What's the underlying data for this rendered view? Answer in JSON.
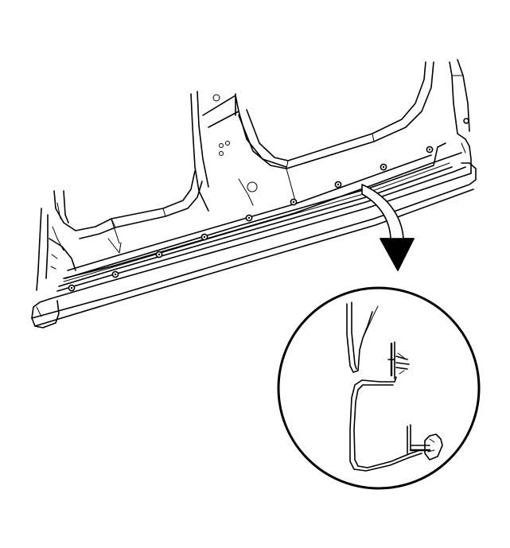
{
  "figure": {
    "components": [
      "rocker-panel-body-side",
      "rocker-molding",
      "molding-fasteners",
      "callout-arrow",
      "detail-circle"
    ],
    "fastener_count": 10,
    "colors": {
      "line": "#000000",
      "background": "#ffffff"
    }
  }
}
